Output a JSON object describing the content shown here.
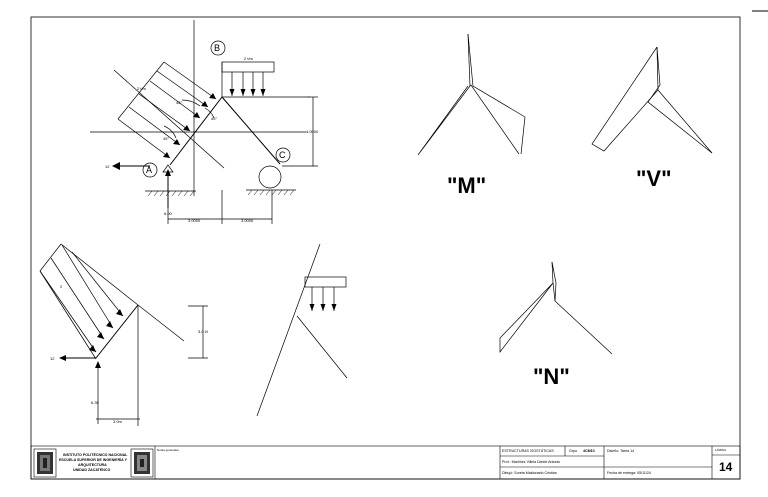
{
  "labels": {
    "point_a": "A",
    "point_b": "B",
    "point_c": "C",
    "moment": "\"M\"",
    "shear": "\"V\"",
    "normal": "\"N\""
  },
  "dims": {
    "dist_load_top": "2 t/m",
    "dist_load_inclined": "2 t/m",
    "angle_1": "45°",
    "angle_2": "45°",
    "angle_3": "45°",
    "height": "4.0000",
    "base_left": "3.0000",
    "base_right": "3.0000",
    "reaction_h": "12",
    "reaction_v": "6.00",
    "fbd_load": "2",
    "fbd_height": "3.0 t/l",
    "fbd_reaction_h": "12",
    "fbd_reaction_v": "6.35",
    "fbd_base": "3.0m"
  },
  "title_block": {
    "institute_line1": "INSTITUTO POLITÉCNICO NACIONAL",
    "institute_line2": "ESCUELA SUPERIOR DE INGENIERÍA Y",
    "institute_line3": "ARQUITECTURA",
    "institute_line4": "UNIDAD ZACATENCO",
    "notes_label": "Notas generales",
    "course": "ESTRUCTURAS ISOSTÁTICAS",
    "group_label": "Grpo.",
    "group": "4CM10",
    "professor": "Prof.: Martínez Villela Daniel Antonio",
    "drawn_by": "Dibujó: Soreta Maldonado Cristian",
    "title": "Diseño: Tarea 14",
    "delivery": "Fecha de entrega: 05/11/24",
    "sheet_label": "LÁMINA",
    "sheet_number": "14"
  }
}
